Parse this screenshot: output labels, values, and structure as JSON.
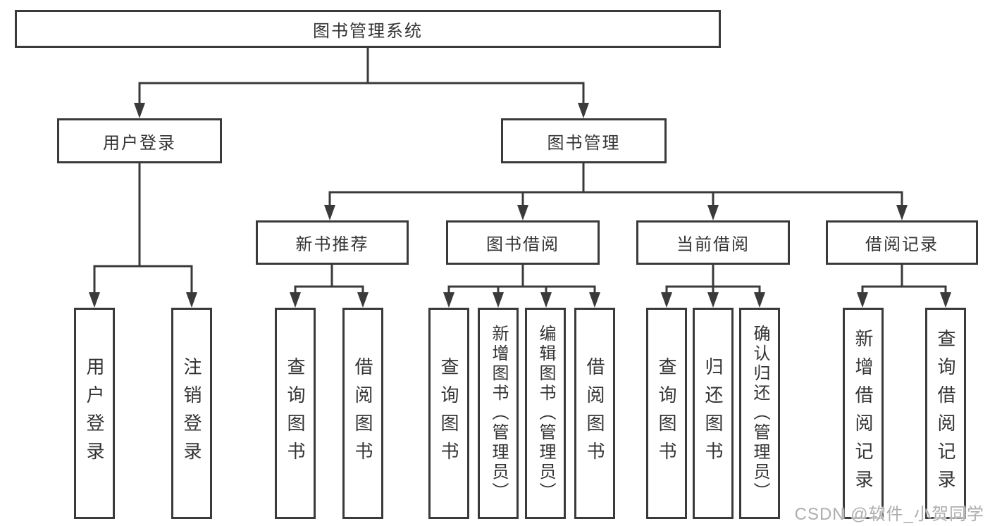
{
  "colors": {
    "line": "#3a3a3a",
    "text": "#333333",
    "box_fill": "#ffffff",
    "watermark": "#aeaeae"
  },
  "watermark": "CSDN @软件_小贺同学",
  "tree": {
    "root": {
      "label": "图书管理系统"
    },
    "branches": [
      {
        "label": "用户登录",
        "children": [
          {
            "label": "用户登录"
          },
          {
            "label": "注销登录"
          }
        ]
      },
      {
        "label": "图书管理",
        "children": [
          {
            "label": "新书推荐",
            "children": [
              {
                "label": "查询图书"
              },
              {
                "label": "借阅图书"
              }
            ]
          },
          {
            "label": "图书借阅",
            "children": [
              {
                "label": "查询图书"
              },
              {
                "label": "新增图书（管理员）"
              },
              {
                "label": "编辑图书（管理员）"
              },
              {
                "label": "借阅图书"
              }
            ]
          },
          {
            "label": "当前借阅",
            "children": [
              {
                "label": "查询图书"
              },
              {
                "label": "归还图书"
              },
              {
                "label": "确认归还（管理员）"
              }
            ]
          },
          {
            "label": "借阅记录",
            "children": [
              {
                "label": "新增借阅记录"
              },
              {
                "label": "查询借阅记录"
              }
            ]
          }
        ]
      }
    ]
  }
}
